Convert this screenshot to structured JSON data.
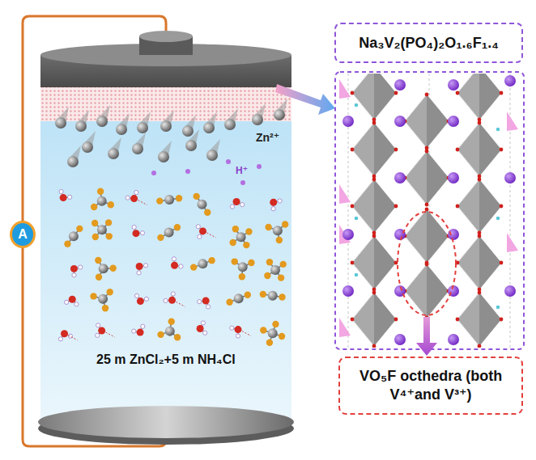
{
  "diagram": {
    "nodes": [
      {
        "text": [
          "Na₃V₂(PO₄)₂O₁.₆F₁.₄"
        ]
      },
      {
        "text": [
          "VO₅F octhedra (both V⁴⁺and V³⁺)"
        ]
      },
      {
        "text": [
          "A"
        ]
      }
    ],
    "labels": [
      "Zn²⁺",
      "H⁺",
      "25 m ZnCl₂+5 m NH₄Cl"
    ]
  }
}
